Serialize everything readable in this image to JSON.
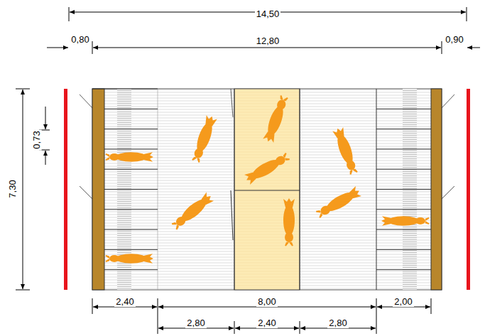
{
  "diagram": {
    "labels": [
      "14,50",
      "0,80",
      "12,80",
      "0,90",
      "7,30",
      "0,73",
      "2,40",
      "8,00",
      "2,00",
      "2,80",
      "2,40",
      "2,80"
    ]
  }
}
